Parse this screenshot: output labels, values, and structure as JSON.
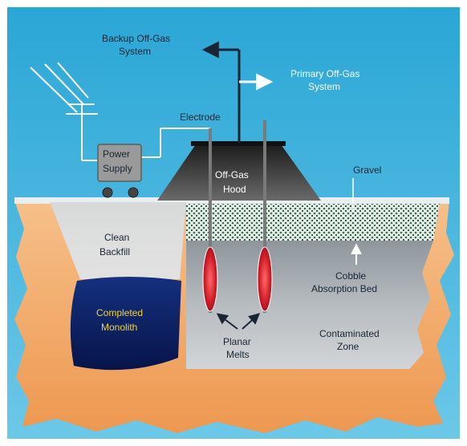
{
  "labels": {
    "backup_line1": "Backup Off-Gas",
    "backup_line2": "System",
    "primary_line1": "Primary Off-Gas",
    "primary_line2": "System",
    "electrode": "Electrode",
    "power_line1": "Power",
    "power_line2": "Supply",
    "hood_line1": "Off-Gas",
    "hood_line2": "Hood",
    "gravel": "Gravel",
    "backfill_line1": "Clean",
    "backfill_line2": "Backfill",
    "monolith_line1": "Completed",
    "monolith_line2": "Monolith",
    "cobble_line1": "Cobble",
    "cobble_line2": "Absorption Bed",
    "melts_line1": "Planar",
    "melts_line2": "Melts",
    "zone_line1": "Contaminated",
    "zone_line2": "Zone"
  },
  "colors": {
    "sky": "#3fb0d8",
    "soil": "#f0a060",
    "backfill": "#d9d9d9",
    "zone": "#a7adb2",
    "monolith": "#0c1f6b",
    "hood": "#2c2c2c",
    "melt": "#d21e2a",
    "monolith_text": "#f3d23a"
  }
}
